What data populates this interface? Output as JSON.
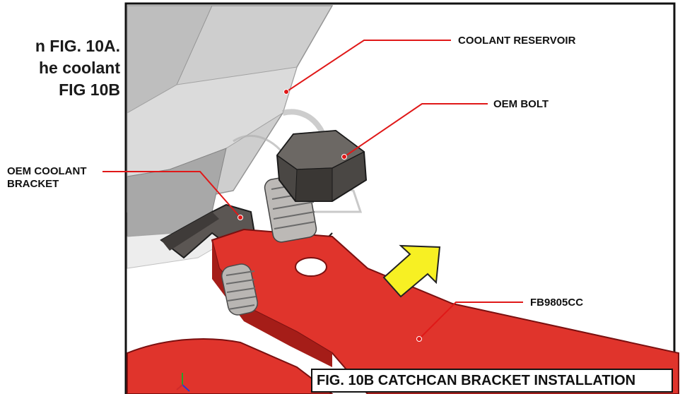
{
  "instructions": {
    "line1": "n FIG. 10A.",
    "line2": "he coolant",
    "line3": "FIG 10B"
  },
  "callouts": {
    "coolant_reservoir": "COOLANT RESERVOIR",
    "oem_bolt": "OEM BOLT",
    "oem_coolant_bracket_line1": "OEM COOLANT",
    "oem_coolant_bracket_line2": "BRACKET",
    "part_number": "FB9805CC"
  },
  "caption": "FIG. 10B CATCHCAN BRACKET INSTALLATION",
  "colors": {
    "bracket_red": "#e0342c",
    "arrow_yellow": "#f7f023",
    "leader_red": "#e01818",
    "bolt_dark": "#4a4744"
  }
}
